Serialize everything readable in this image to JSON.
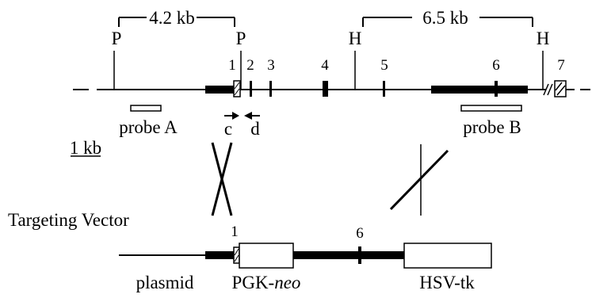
{
  "top_map": {
    "distance_pp": "4.2 kb",
    "distance_hh": "6.5 kb",
    "site_p": "P",
    "site_h": "H",
    "exons": [
      "1",
      "2",
      "3",
      "4",
      "5",
      "6",
      "7"
    ]
  },
  "probes": {
    "probe_a": "probe A",
    "probe_b": "probe B"
  },
  "primers": {
    "c": "c",
    "d": "d"
  },
  "scale_bar": "1 kb",
  "vector": {
    "title": "Targeting Vector",
    "plasmid": "plasmid",
    "pgk_prefix": "PGK-",
    "pgk_gene": "neo",
    "hsv": "HSV-tk",
    "exon_1": "1",
    "exon_6": "6"
  }
}
